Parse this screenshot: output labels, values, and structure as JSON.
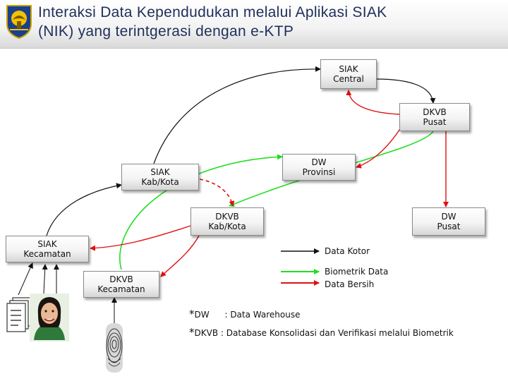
{
  "title": {
    "line1": "Interaksi Data Kependudukan melalui Aplikasi SIAK",
    "line2": "(NIK) yang terintgerasi dengan e-KTP"
  },
  "nodes": {
    "siak_central": "SIAK\nCentral",
    "dkvb_pusat": "DKVB\nPusat",
    "dw_provinsi": "DW\nProvinsi",
    "siak_kabkota": "SIAK\nKab/Kota",
    "dkvb_kabkota": "DKVB\nKab/Kota",
    "dw_pusat": "DW\nPusat",
    "siak_kecamatan": "SIAK\nKecamatan",
    "dkvb_kecamatan": "DKVB\nKecamatan"
  },
  "legend": {
    "black": "Data Kotor",
    "green": "Biometrik Data",
    "red": "Data Bersih"
  },
  "notes": [
    {
      "star": "*",
      "term": "DW",
      "sep": ":",
      "desc": "Data Warehouse"
    },
    {
      "star": "*",
      "term": "DKVB",
      "sep": ":",
      "desc": "Database Konsolidasi dan Verifikasi melalui Biometrik"
    }
  ],
  "colors": {
    "black_line": "#111111",
    "green_line": "#22dd22",
    "red_line": "#dd1111",
    "title_text": "#1f2f5a"
  },
  "icons": [
    "garuda-emblem-icon",
    "document-stack-icon",
    "person-photo-icon",
    "fingerprint-icon"
  ]
}
